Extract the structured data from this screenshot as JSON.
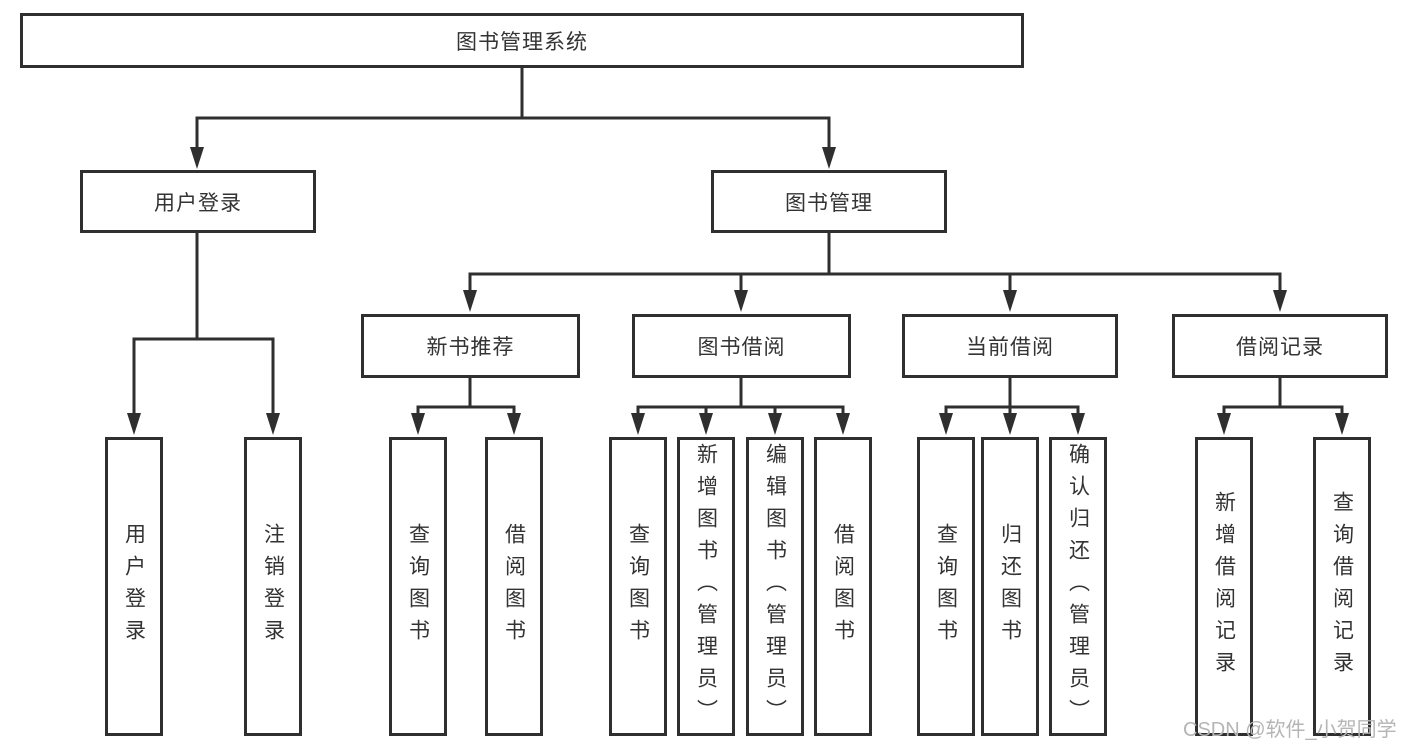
{
  "diagram": {
    "title": "图书管理系统",
    "type": "hierarchy-tree",
    "colors": {
      "line": "#2f2f2f",
      "text": "#333333",
      "background": "#ffffff",
      "watermark": "#b5b5b5"
    },
    "tree": {
      "label": "图书管理系统",
      "children": [
        {
          "label": "用户登录",
          "children": [
            {
              "label": "用户登录"
            },
            {
              "label": "注销登录"
            }
          ]
        },
        {
          "label": "图书管理",
          "children": [
            {
              "label": "新书推荐",
              "children": [
                {
                  "label": "查询图书"
                },
                {
                  "label": "借阅图书"
                }
              ]
            },
            {
              "label": "图书借阅",
              "children": [
                {
                  "label": "查询图书"
                },
                {
                  "label": "新增图书（管理员）"
                },
                {
                  "label": "编辑图书（管理员）"
                },
                {
                  "label": "借阅图书"
                }
              ]
            },
            {
              "label": "当前借阅",
              "children": [
                {
                  "label": "查询图书"
                },
                {
                  "label": "归还图书"
                },
                {
                  "label": "确认归还（管理员）"
                }
              ]
            },
            {
              "label": "借阅记录",
              "children": [
                {
                  "label": "新增借阅记录"
                },
                {
                  "label": "查询借阅记录"
                }
              ]
            }
          ]
        }
      ]
    }
  },
  "watermark": {
    "text": "CSDN @软件_小贺同学"
  }
}
